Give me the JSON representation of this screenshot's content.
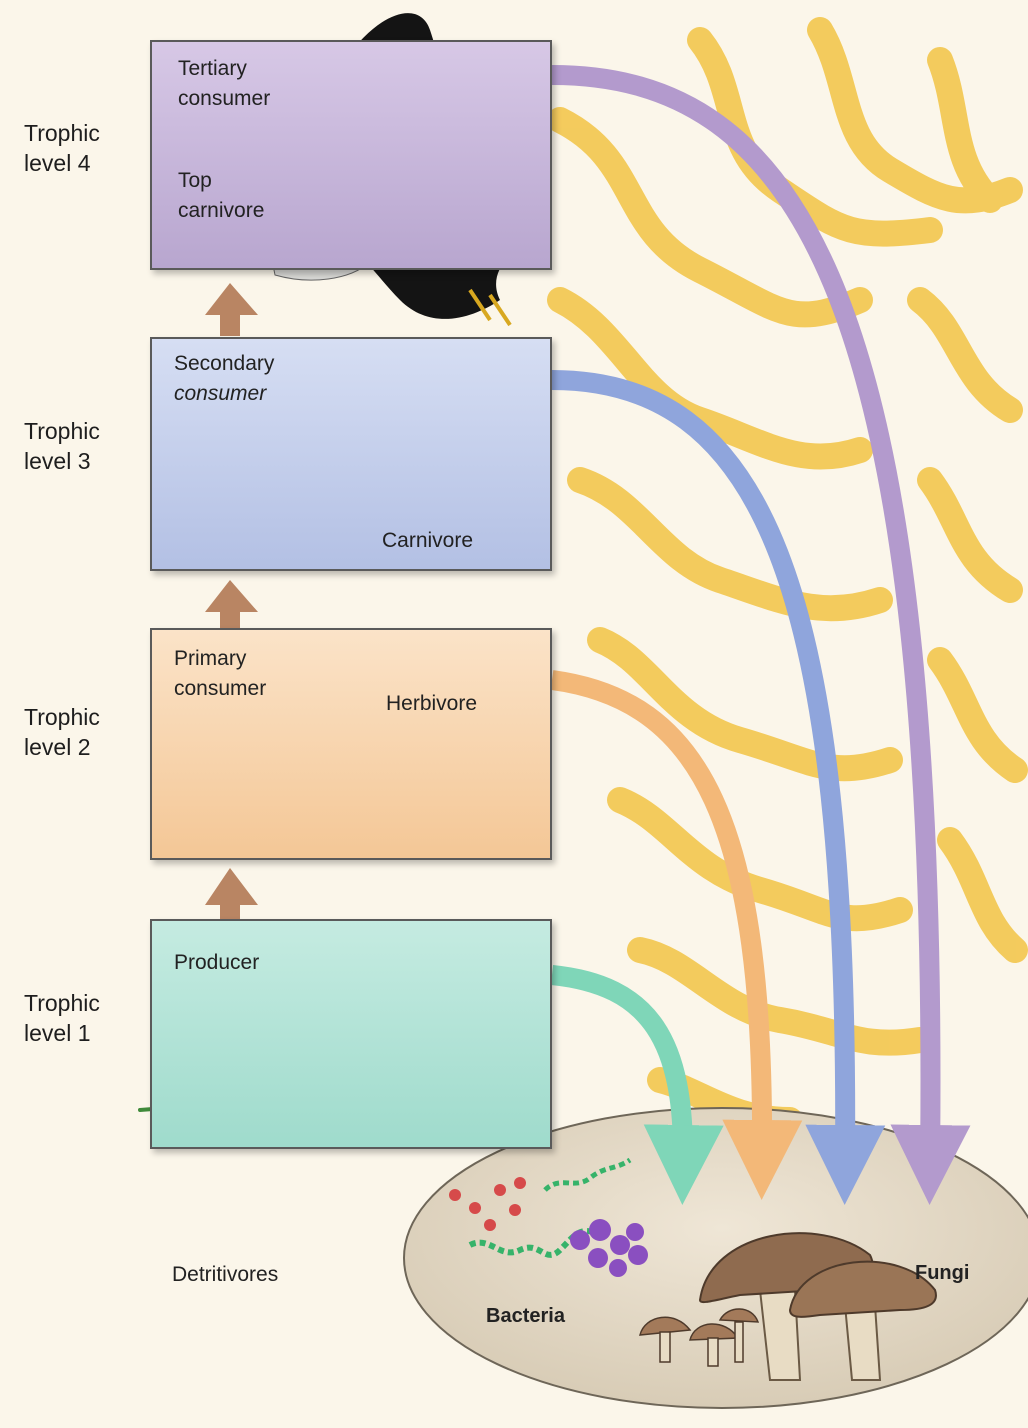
{
  "levels": [
    {
      "line1": "Trophic",
      "line2": "level 4"
    },
    {
      "line1": "Trophic",
      "line2": "level 3"
    },
    {
      "line1": "Trophic",
      "line2": "level 2"
    },
    {
      "line1": "Trophic",
      "line2": "level 1"
    }
  ],
  "boxes": {
    "tertiary": {
      "role1": "Tertiary",
      "role2": "consumer",
      "diet1": "Top",
      "diet2": "carnivore"
    },
    "secondary": {
      "role1": "Secondary",
      "role2": "consumer",
      "diet": "Carnivore"
    },
    "primary": {
      "role1": "Primary",
      "role2": "consumer",
      "diet": "Herbivore"
    },
    "producer": {
      "role": "Producer"
    }
  },
  "detritus": {
    "label": "Detritivores",
    "bacteria": "Bacteria",
    "fungi": "Fungi"
  },
  "colors": {
    "tertiary_arrow": "#b39acd",
    "secondary_arrow": "#8fa5dc",
    "primary_arrow": "#f3b878",
    "producer_arrow": "#7fd6b8",
    "up_arrow": "#b98563",
    "sun": "#f3c74e"
  }
}
